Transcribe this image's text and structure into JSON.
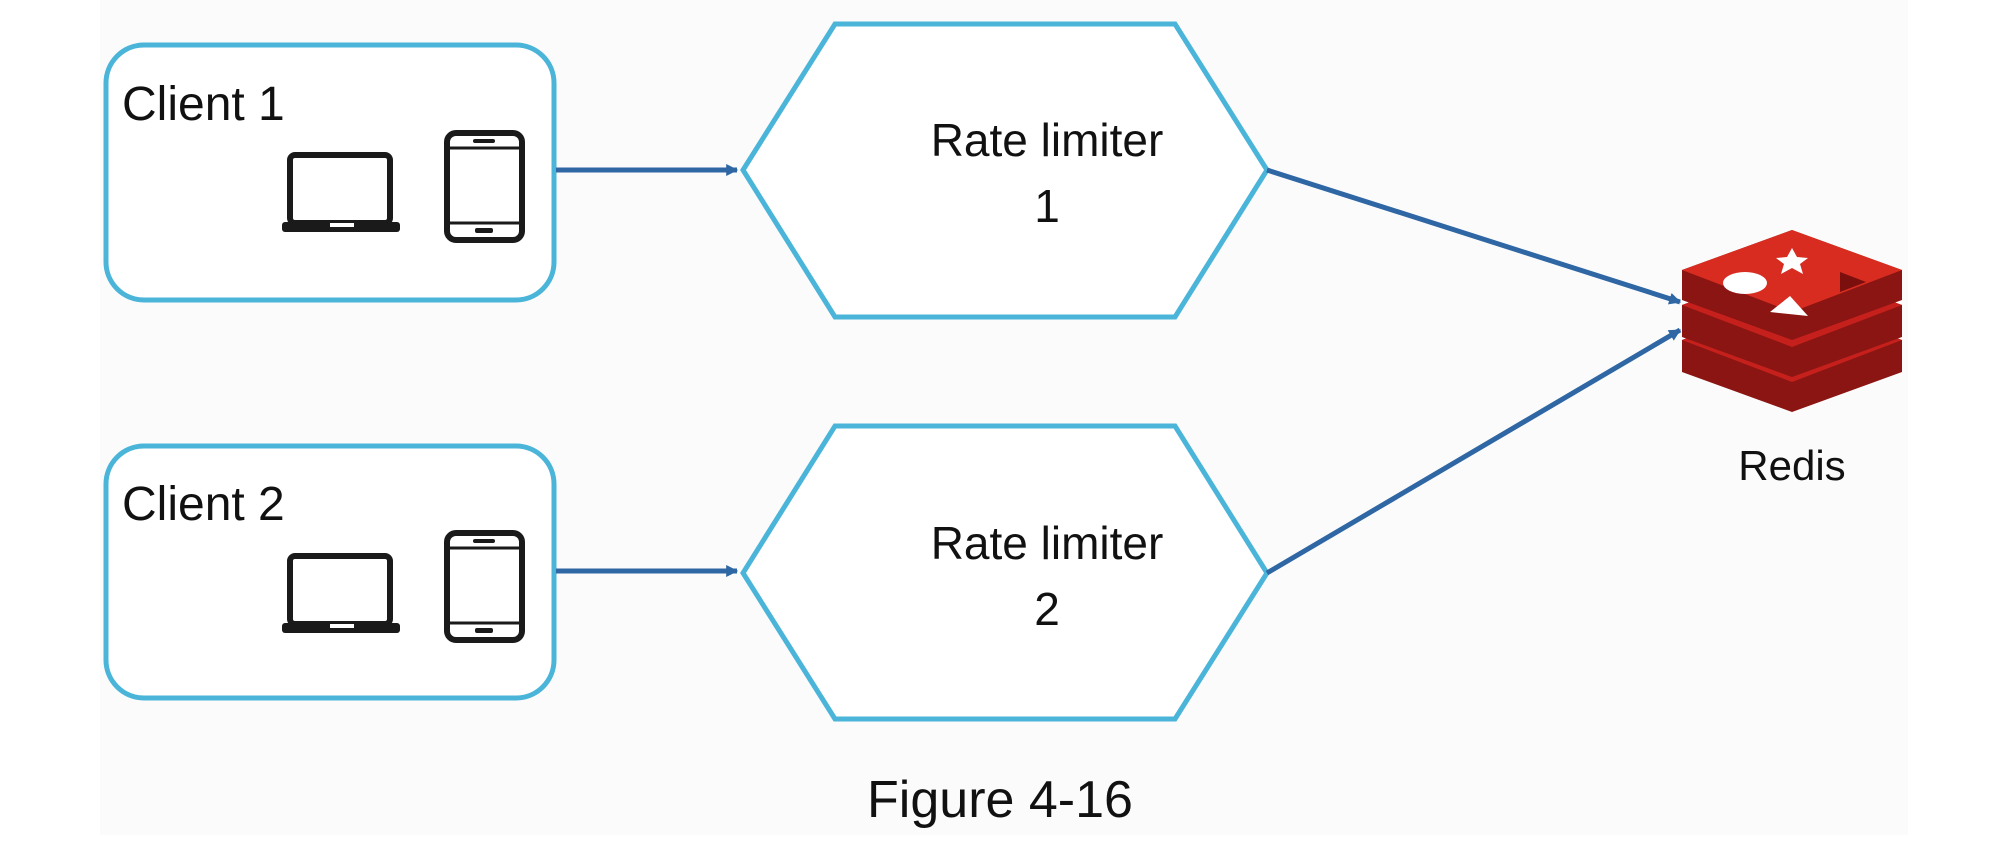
{
  "diagram": {
    "clients": [
      {
        "label": "Client 1",
        "devices": [
          "laptop-icon",
          "tablet-icon"
        ]
      },
      {
        "label": "Client 2",
        "devices": [
          "laptop-icon",
          "tablet-icon"
        ]
      }
    ],
    "rate_limiters": [
      {
        "line1": "Rate limiter",
        "line2": "1"
      },
      {
        "line1": "Rate limiter",
        "line2": "2"
      }
    ],
    "store": {
      "label": "Redis",
      "icon": "redis-logo-icon"
    },
    "caption": "Figure 4-16",
    "connections": [
      {
        "from": "Client 1",
        "to": "Rate limiter 1"
      },
      {
        "from": "Client 2",
        "to": "Rate limiter 2"
      },
      {
        "from": "Rate limiter 1",
        "to": "Redis"
      },
      {
        "from": "Rate limiter 2",
        "to": "Redis"
      }
    ],
    "colors": {
      "box_stroke": "#4ab5d9",
      "arrow": "#2f66a4",
      "redis_red": "#c6201c",
      "redis_dark": "#8a1512",
      "icon": "#1a1a1a"
    }
  }
}
